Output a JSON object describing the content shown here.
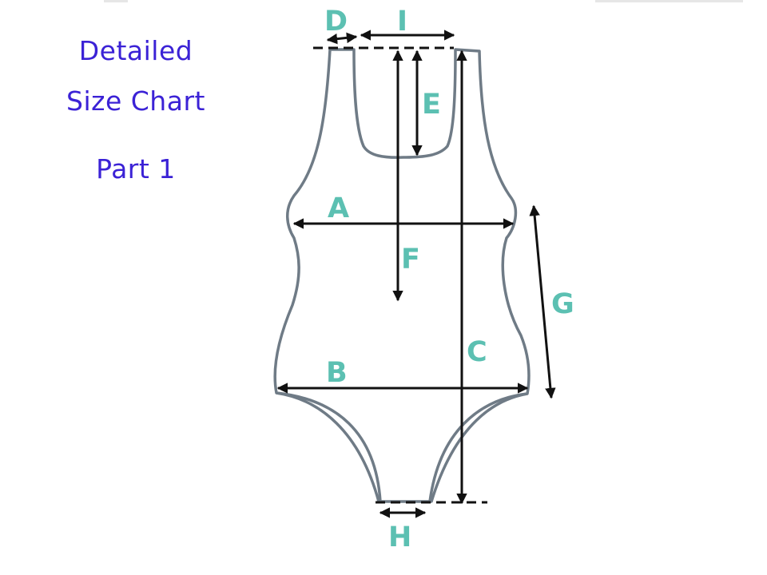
{
  "caption": {
    "line1": "Detailed",
    "line2": "Size Chart",
    "line3": "Part 1"
  },
  "labels": {
    "A": "A",
    "B": "B",
    "C": "C",
    "D": "D",
    "E": "E",
    "F": "F",
    "G": "G",
    "H": "H",
    "I": "I"
  },
  "colors": {
    "caption": "#3b22d6",
    "label": "#5cc0b2",
    "outline": "#6f7b86",
    "inner_back": "#c9ccce",
    "arrow": "#111111"
  }
}
